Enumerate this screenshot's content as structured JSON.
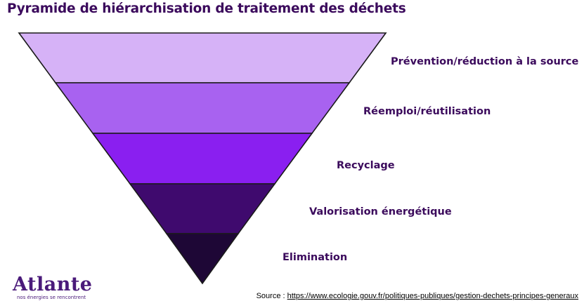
{
  "title": "Pyramide de hiérarchisation de traitement des déchets",
  "levels": [
    {
      "label": "Prévention/réduction à la source",
      "color": "#d6b2f7"
    },
    {
      "label": "Réemploi/réutilisation",
      "color": "#a862f0"
    },
    {
      "label": "Recyclage",
      "color": "#8a1ff0"
    },
    {
      "label": "Valorisation énergétique",
      "color": "#3f0a6e"
    },
    {
      "label": "Elimination",
      "color": "#1e0736"
    }
  ],
  "logo": {
    "name": "Atlante",
    "tagline": "nos énergies se rencontrent"
  },
  "source": {
    "prefix": "Source : ",
    "url": "https://www.ecologie.gouv.fr/politiques-publiques/gestion-dechets-principes-generaux"
  }
}
